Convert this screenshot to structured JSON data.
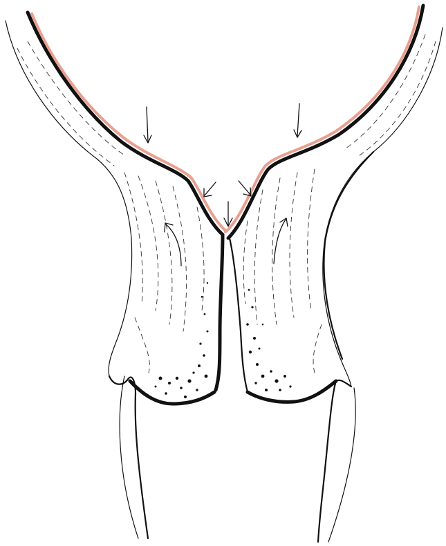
{
  "colors": {
    "outline": "#111111",
    "cartilage_layer": "#e8a090",
    "background": "#ffffff"
  },
  "arrows": {
    "external_pressure_count": 2,
    "central_divergent_count": 3,
    "internal_curved_count": 2
  }
}
